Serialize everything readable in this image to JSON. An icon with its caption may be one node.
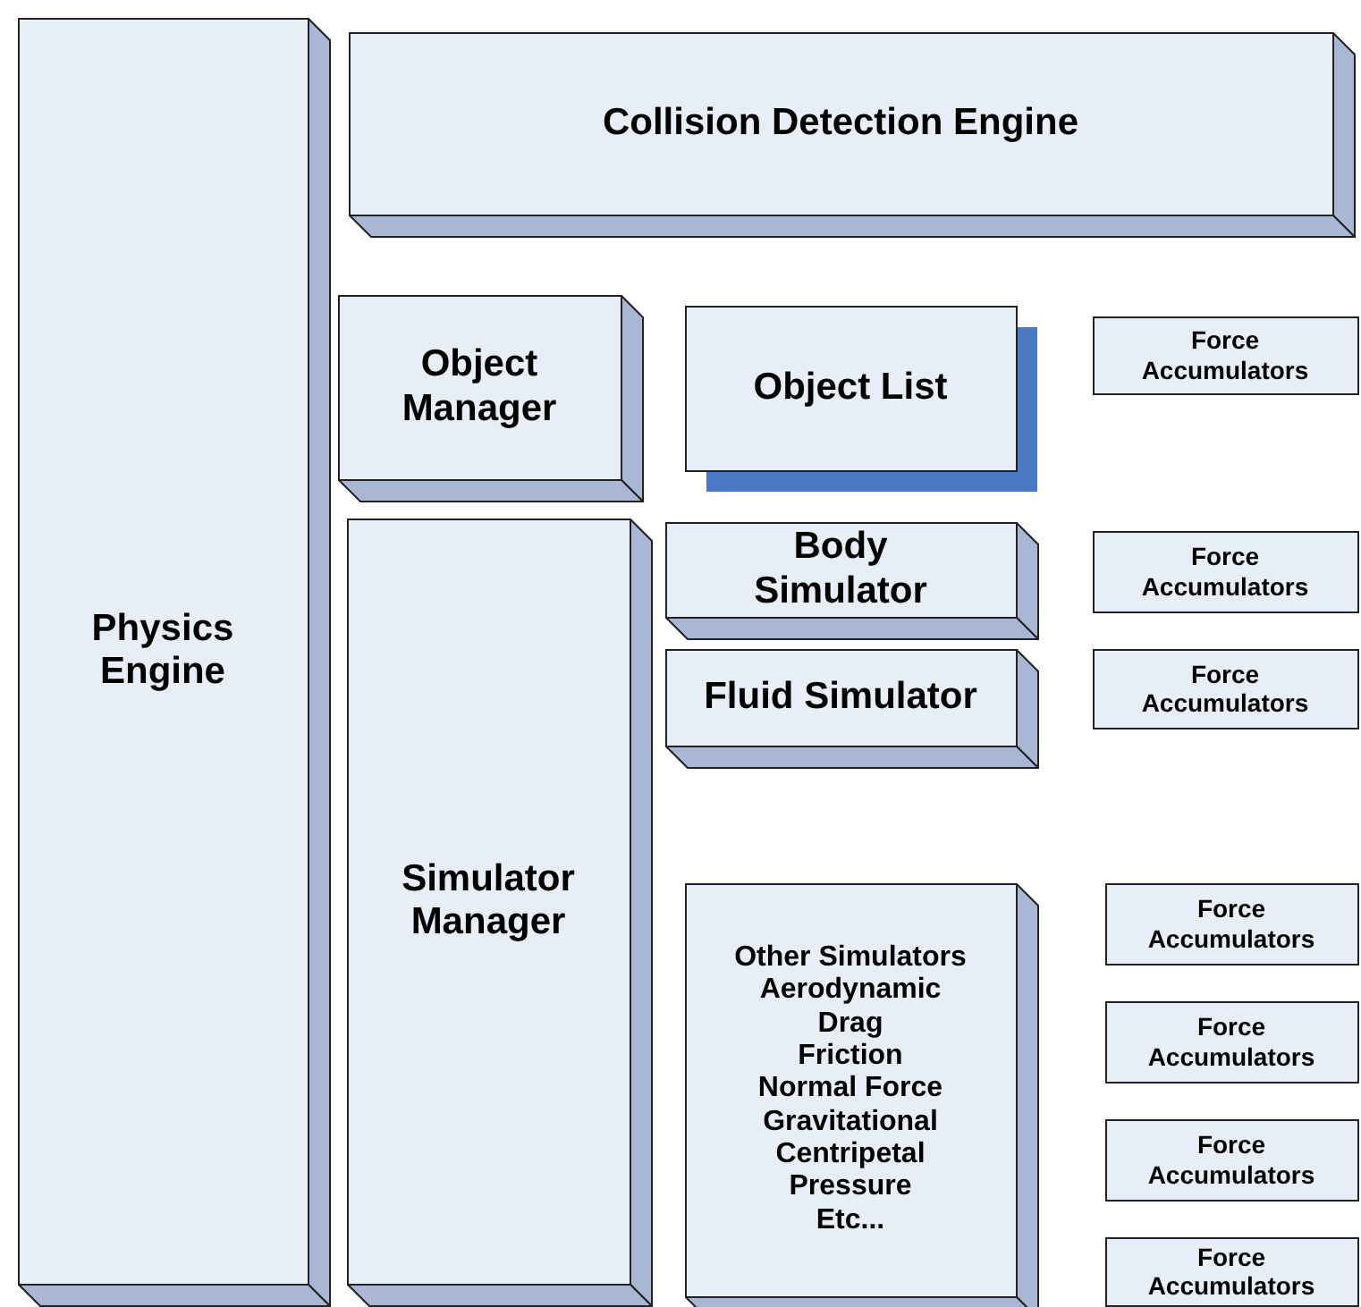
{
  "diagram": {
    "nodes": [
      {
        "text": [
          "Physics Engine"
        ]
      },
      {
        "text": [
          "Collision Detection Engine"
        ]
      },
      {
        "text": [
          "Object Manager"
        ]
      },
      {
        "text": [
          "Object List"
        ]
      },
      {
        "text": [
          "Force Accumulators"
        ]
      },
      {
        "text": [
          "Simulator Manager"
        ]
      },
      {
        "text": [
          "Body Simulator"
        ]
      },
      {
        "text": [
          "Force Accumulators"
        ]
      },
      {
        "text": [
          "Fluid Simulator"
        ]
      },
      {
        "text": [
          "Force Accumulators"
        ]
      },
      {
        "text": [
          "Other Simulators",
          "Aerodynamic Drag",
          "Friction",
          "Normal Force",
          "Gravitational",
          "Centripetal",
          "Pressure",
          "Etc..."
        ]
      },
      {
        "text": [
          "Force Accumulators"
        ]
      },
      {
        "text": [
          "Force Accumulators"
        ]
      },
      {
        "text": [
          "Force Accumulators"
        ]
      },
      {
        "text": [
          "Force Accumulators"
        ]
      }
    ]
  }
}
